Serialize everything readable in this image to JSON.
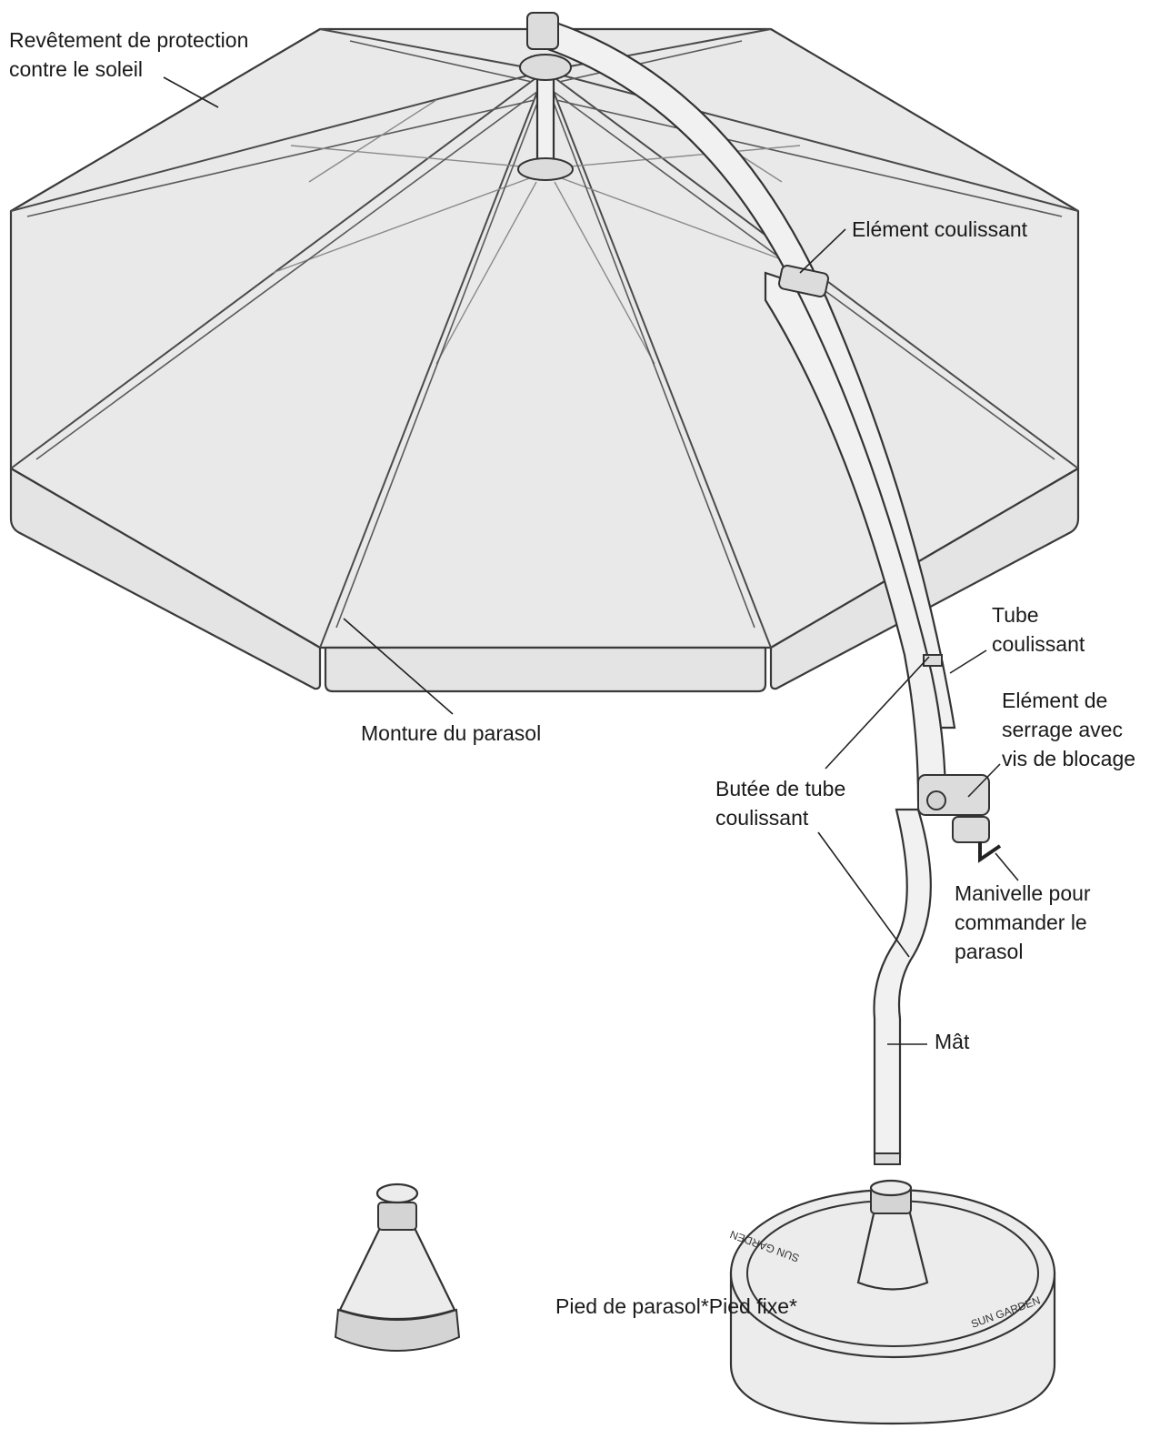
{
  "labels": {
    "cover": [
      "Revêtement de protection",
      "contre le soleil"
    ],
    "slider": [
      "Elément coulissant"
    ],
    "frame": [
      "Monture du parasol"
    ],
    "sliding_tube": [
      "Tube",
      "coulissant"
    ],
    "clamp": [
      "Elément de",
      "serrage avec",
      "vis de blocage"
    ],
    "tube_stop": [
      "Butée de tube",
      "coulissant"
    ],
    "crank": [
      "Manivelle pour",
      "commander le",
      "parasol"
    ],
    "mast": [
      "Mât"
    ],
    "base": [
      "Pied de parasol*Pied fixe*"
    ]
  },
  "logo_text": "SUN GARDEN"
}
